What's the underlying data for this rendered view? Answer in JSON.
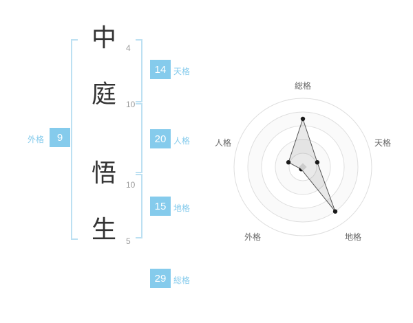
{
  "colors": {
    "accent": "#85cbec",
    "bracket": "#bce0f2",
    "char_text": "#333333",
    "stroke_text": "#9a9a9a"
  },
  "name_analysis": {
    "characters": [
      {
        "char": "中",
        "strokes": "4"
      },
      {
        "char": "庭",
        "strokes": "10"
      },
      {
        "char": "悟",
        "strokes": "10"
      },
      {
        "char": "生",
        "strokes": "5"
      }
    ],
    "kaku": {
      "tenkaku": {
        "label": "天格",
        "value": "14"
      },
      "jinkaku": {
        "label": "人格",
        "value": "20"
      },
      "chikaku": {
        "label": "地格",
        "value": "15"
      },
      "gaikaku": {
        "label": "外格",
        "value": "9"
      },
      "soukaku": {
        "label": "総格",
        "value": "29"
      }
    }
  },
  "chart_data": {
    "type": "radar",
    "axes": [
      "総格",
      "天格",
      "地格",
      "外格",
      "人格"
    ],
    "values": [
      70,
      22,
      80,
      4,
      22
    ],
    "max": 100,
    "rings": 5,
    "grid": "concentric-circles",
    "legend": "none"
  }
}
